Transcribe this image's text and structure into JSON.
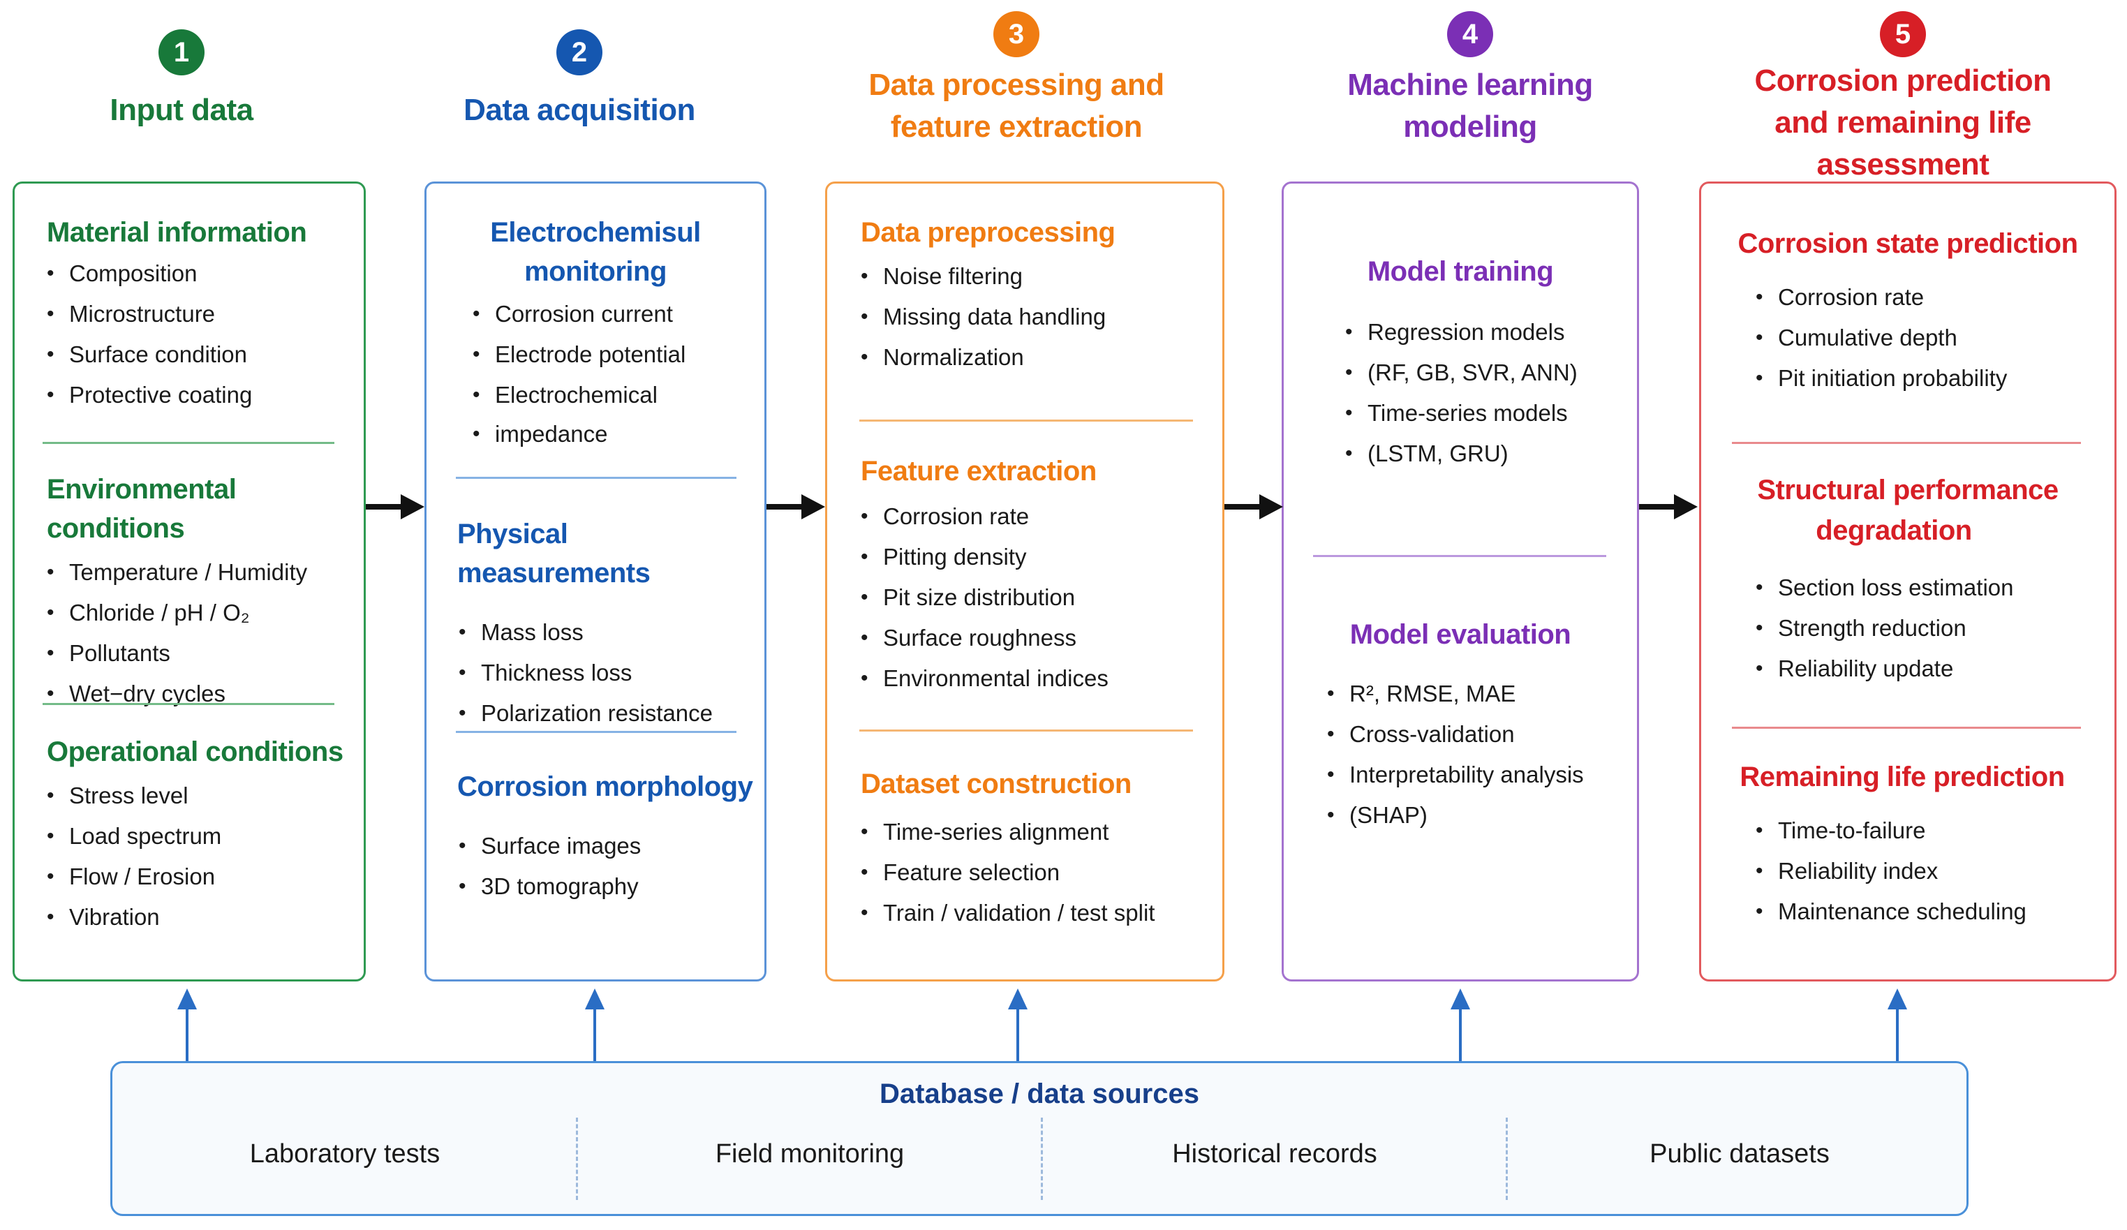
{
  "colors": {
    "green": "#18793a",
    "blue": "#1557b0",
    "orange": "#f07c12",
    "purple": "#7b2fb5",
    "red": "#d71f26",
    "db_title": "#173f8a",
    "db_border": "#4a90d9"
  },
  "stages": [
    {
      "number": "1",
      "title_lines": [
        "Input data"
      ],
      "sections": [
        {
          "title_lines": [
            "Material information"
          ],
          "items": [
            "Composition",
            "Microstructure",
            "Surface condition",
            "Protective coating"
          ]
        },
        {
          "title_lines": [
            "Environmental conditions"
          ],
          "items": [
            "Temperature / Humidity",
            "Chloride / pH / O₂",
            "Pollutants",
            "Wet−dry cycles"
          ]
        },
        {
          "title_lines": [
            "Operational conditions"
          ],
          "items": [
            "Stress level",
            "Load spectrum",
            "Flow / Erosion",
            "Vibration"
          ]
        }
      ]
    },
    {
      "number": "2",
      "title_lines": [
        "Data acquisition"
      ],
      "sections": [
        {
          "title_lines": [
            "Electrochemisul",
            "monitoring"
          ],
          "items": [
            "Corrosion current",
            "Electrode potential",
            "Electrochemical",
            "impedance"
          ]
        },
        {
          "title_lines": [
            "Physical measurements"
          ],
          "items": [
            "Mass loss",
            "Thickness loss",
            "Polarization resistance"
          ]
        },
        {
          "title_lines": [
            "Corrosion morphology"
          ],
          "items": [
            "Surface images",
            "3D tomography"
          ]
        }
      ]
    },
    {
      "number": "3",
      "title_lines": [
        "Data processing and",
        "feature extraction"
      ],
      "sections": [
        {
          "title_lines": [
            "Data preprocessing"
          ],
          "items": [
            "Noise filtering",
            "Missing data handling",
            "Normalization"
          ]
        },
        {
          "title_lines": [
            "Feature extraction"
          ],
          "items": [
            "Corrosion rate",
            "Pitting density",
            "Pit size distribution",
            "Surface roughness",
            "Environmental indices"
          ]
        },
        {
          "title_lines": [
            "Dataset construction"
          ],
          "items": [
            "Time-series alignment",
            "Feature selection",
            "Train / validation / test split"
          ]
        }
      ]
    },
    {
      "number": "4",
      "title_lines": [
        "Machine learning",
        "modeling"
      ],
      "sections": [
        {
          "title_lines": [
            "Model training"
          ],
          "items": [
            "Regression models",
            "(RF, GB, SVR, ANN)",
            "Time-series models",
            "(LSTM, GRU)"
          ]
        },
        {
          "title_lines": [
            "Model evaluation"
          ],
          "items": [
            "R², RMSE, MAE",
            "Cross-validation",
            "Interpretability analysis",
            "(SHAP)"
          ]
        }
      ]
    },
    {
      "number": "5",
      "title_lines": [
        "Corrosion prediction",
        "and remaining life",
        "assessment"
      ],
      "sections": [
        {
          "title_lines": [
            "Corrosion state prediction"
          ],
          "items": [
            "Corrosion rate",
            "Cumulative depth",
            "Pit initiation probability"
          ]
        },
        {
          "title_lines": [
            "Structural performance",
            "degradation"
          ],
          "items": [
            "Section loss estimation",
            "Strength reduction",
            "Reliability update"
          ]
        },
        {
          "title_lines": [
            "Remaining life prediction"
          ],
          "items": [
            "Time-to-failure",
            "Reliability index",
            "Maintenance scheduling"
          ]
        }
      ]
    }
  ],
  "database": {
    "title": "Database / data sources",
    "sources": [
      "Laboratory tests",
      "Field monitoring",
      "Historical records",
      "Public datasets"
    ]
  }
}
